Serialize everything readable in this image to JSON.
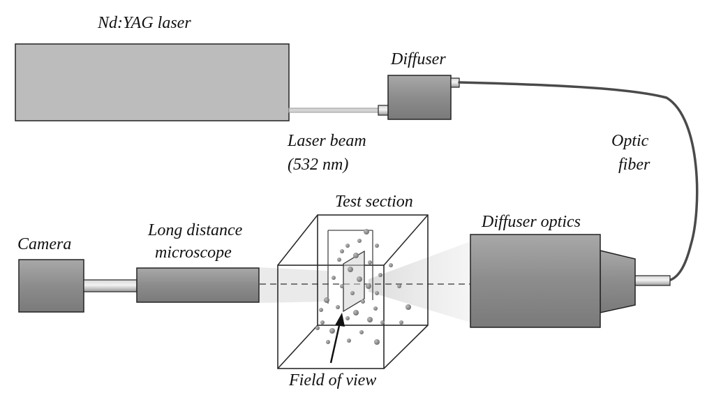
{
  "labels": {
    "laser": "Nd:YAG laser",
    "diffuser": "Diffuser",
    "beam_line1": "Laser beam",
    "beam_line2": "(532 nm)",
    "fiber_line1": "Optic",
    "fiber_line2": "fiber",
    "test_section": "Test section",
    "diffuser_optics": "Diffuser optics",
    "camera": "Camera",
    "microscope_line1": "Long distance",
    "microscope_line2": "microscope",
    "field_of_view": "Field of view"
  },
  "colors": {
    "body_fill": "#9a9a9a",
    "laser_fill": "#bdbdbd",
    "outline": "#222222",
    "fiber": "#4a4a4a",
    "light_cone": "#eeeeee"
  }
}
